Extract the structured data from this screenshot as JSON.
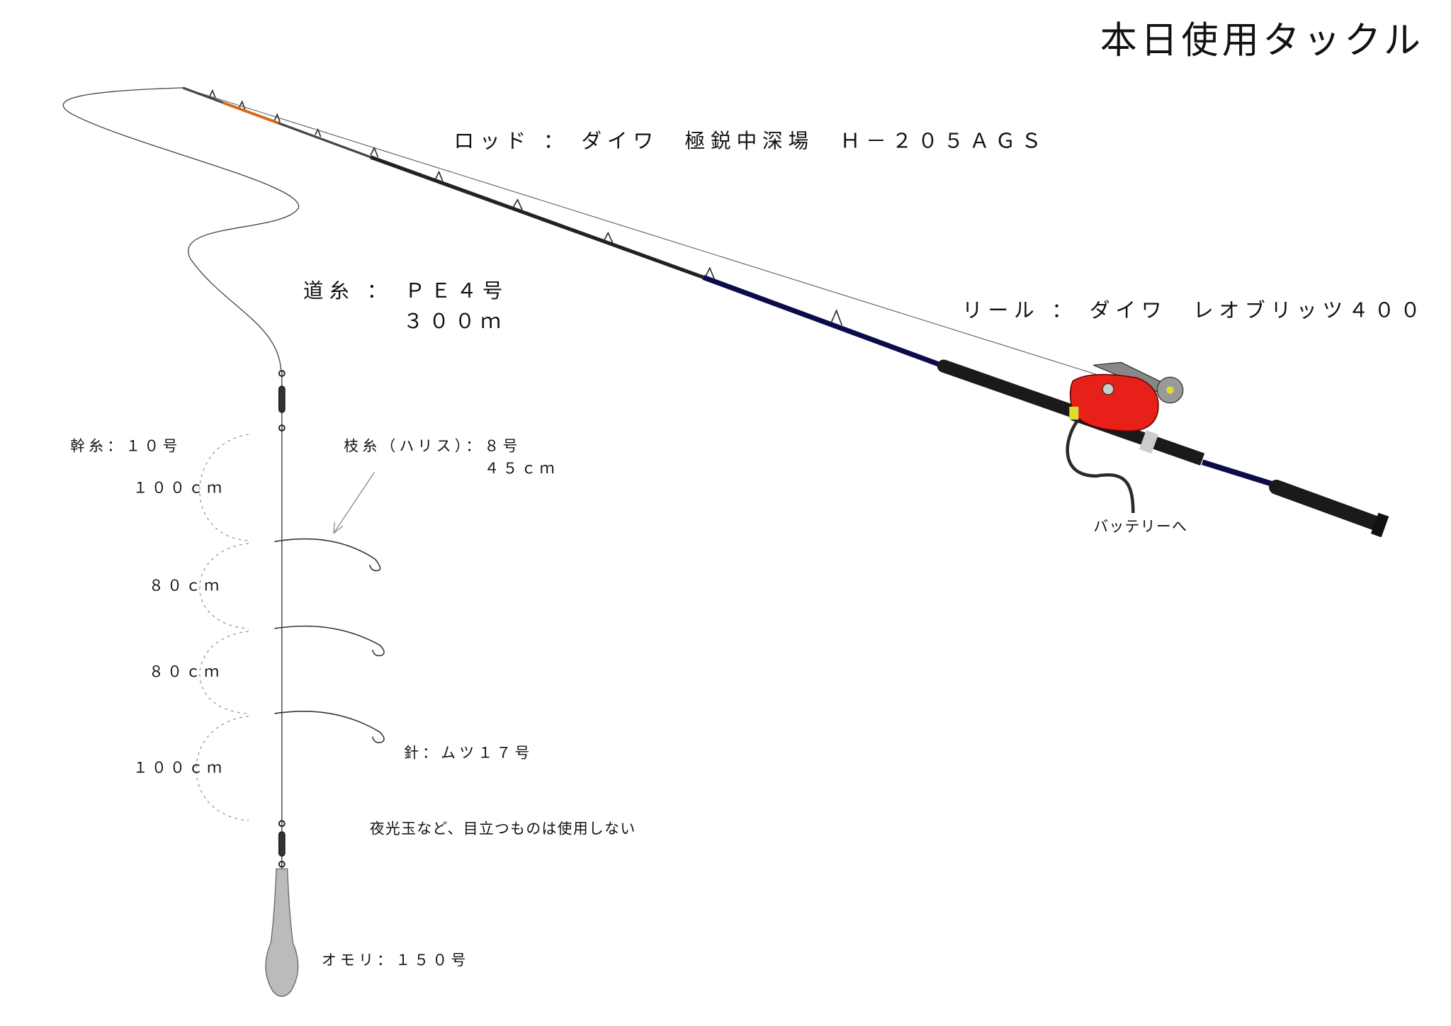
{
  "title": "本日使用タックル",
  "rod": {
    "label": "ロッド ： ダイワ　極鋭中深場　Ｈ－２０５ＡＧＳ"
  },
  "main_line": {
    "label": "道糸 ： ＰＥ４号",
    "length": "３００ｍ"
  },
  "reel": {
    "label": "リール ： ダイワ　レオブリッツ４００",
    "battery_note": "バッテリーへ"
  },
  "rig": {
    "trunk_line": "幹糸：１０号",
    "branch_line": "枝糸（ハリス）：８号",
    "branch_length": "４５ｃｍ",
    "spacings": [
      "１００ｃｍ",
      "８０ｃｍ",
      "８０ｃｍ",
      "１００ｃｍ"
    ],
    "hook": "針：ムツ１７号",
    "note": "夜光玉など、目立つものは使用しない",
    "sinker": "オモリ：１５０号"
  },
  "colors": {
    "reel": "#e8201a",
    "blank": "#0b0b4a",
    "grip": "#1a1a1a",
    "tip_accent": "#d9661c"
  }
}
